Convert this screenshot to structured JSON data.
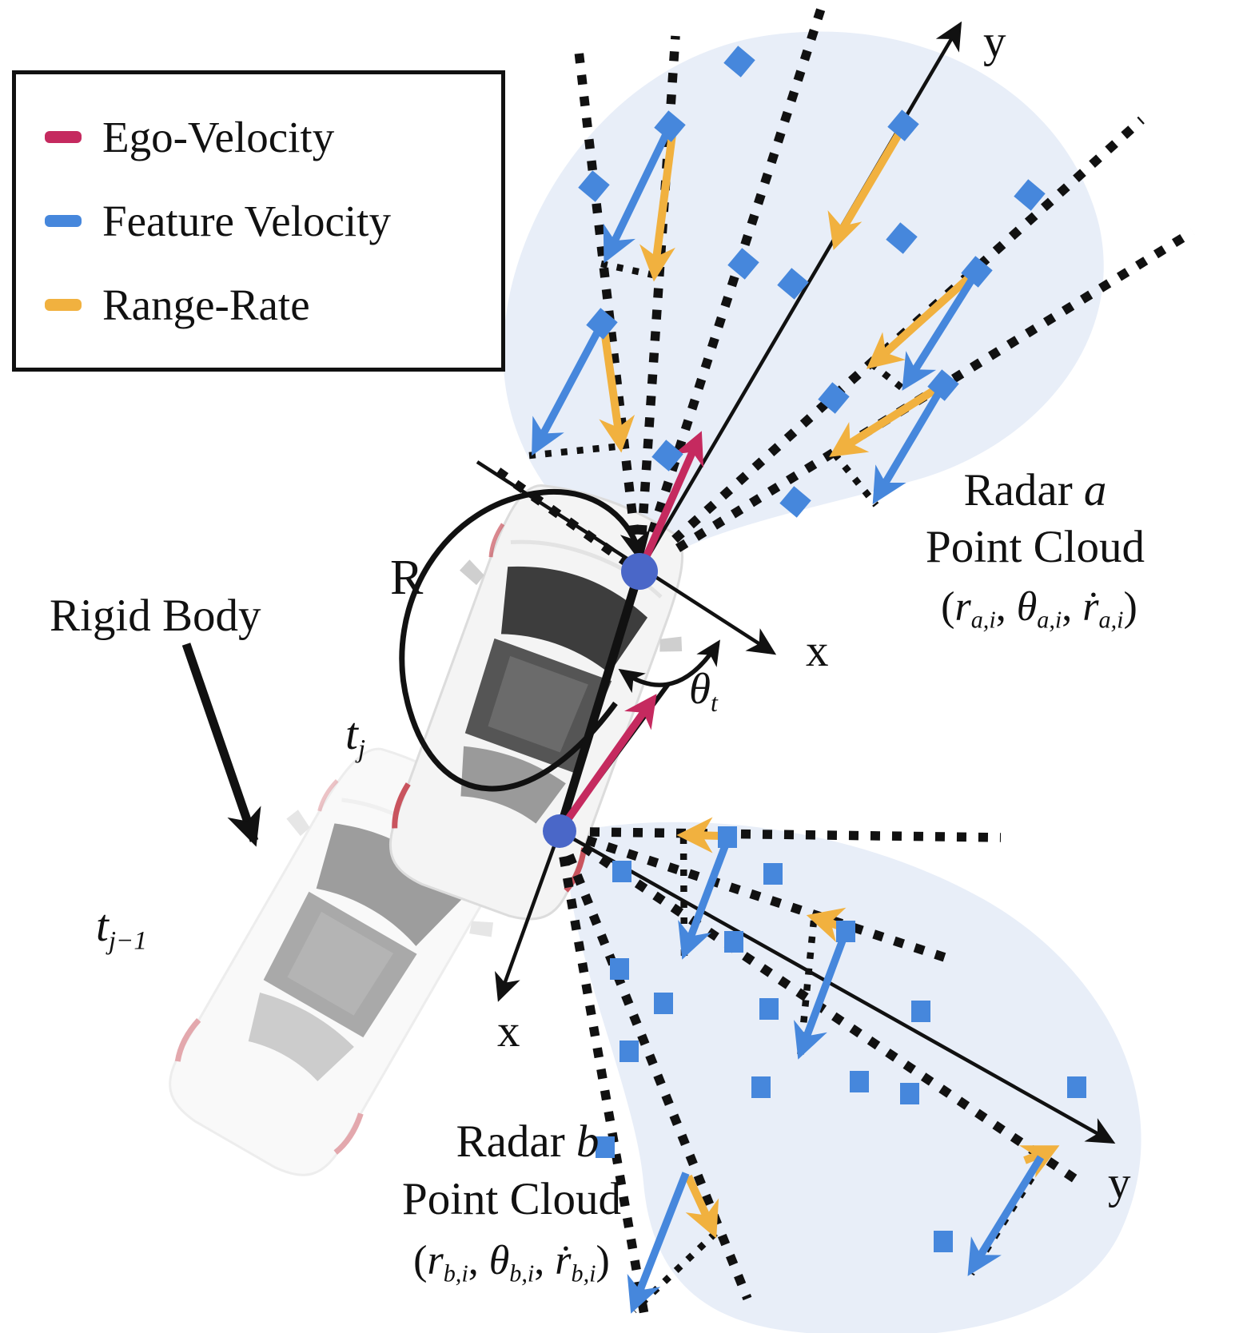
{
  "legend": {
    "items": [
      {
        "id": "ego-velocity",
        "label": "Ego-Velocity"
      },
      {
        "id": "feature-velocity",
        "label": "Feature Velocity"
      },
      {
        "id": "range-rate",
        "label": "Range-Rate"
      }
    ]
  },
  "labels": {
    "rigid_body": "Rigid Body",
    "rotation": "R",
    "t_current": {
      "base": "t",
      "sub": "j"
    },
    "t_previous": {
      "base": "t",
      "sub": "j−1"
    },
    "theta": {
      "base": "θ",
      "sub": "t"
    },
    "axis_x": "x",
    "axis_y": "y"
  },
  "radar_a": {
    "name": "Radar",
    "variable": "a",
    "line2": "Point Cloud",
    "formula": {
      "open": "(",
      "v1": "r",
      "s1": "a,i",
      "sep1": ", ",
      "v2": "θ",
      "s2": "a,i",
      "sep2": ", ",
      "v3": "ṙ",
      "s3": "a,i",
      "close": ")"
    }
  },
  "radar_b": {
    "name": "Radar",
    "variable": "b",
    "line2": "Point Cloud",
    "formula": {
      "open": "(",
      "v1": "r",
      "s1": "b,i",
      "sep1": ", ",
      "v2": "θ",
      "s2": "b,i",
      "sep2": ", ",
      "v3": "ṙ",
      "s3": "b,i",
      "close": ")"
    }
  },
  "colors": {
    "crimson": "#C52A5F",
    "blue": "#4687DC",
    "yellow": "#F1B13F",
    "dot": "#4A67C8",
    "blob": "#E8EEF8",
    "ink": "#111111"
  }
}
